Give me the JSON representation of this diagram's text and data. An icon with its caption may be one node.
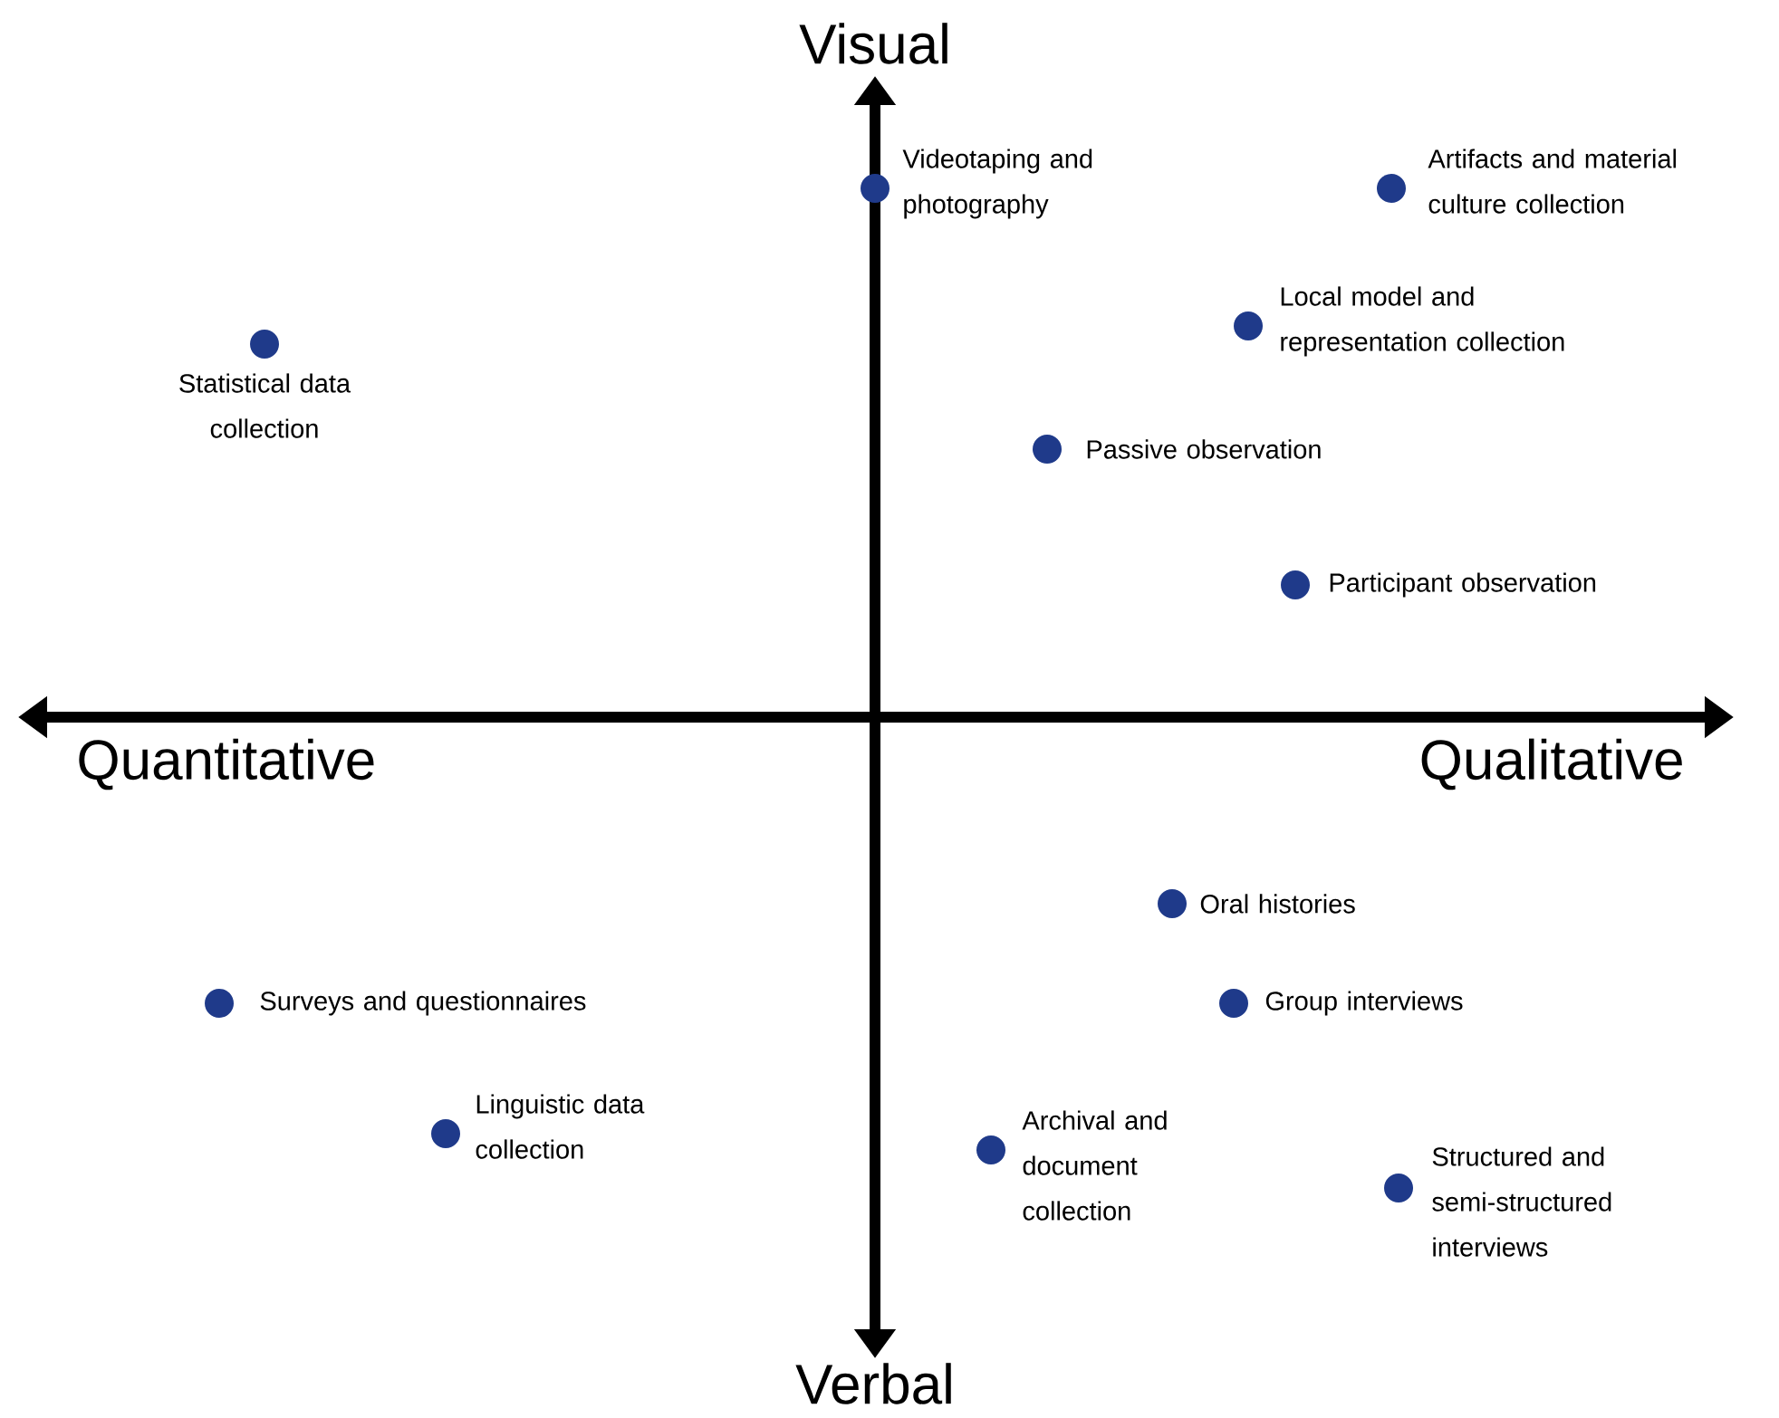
{
  "diagram": {
    "labels": [
      "Visual",
      "Videotaping and photography",
      "Artifacts and material culture collection",
      "Statistical data collection",
      "Local model and representation collection",
      "Passive observation",
      "Participant observation",
      "Quantitative",
      "Qualitative",
      "Oral histories",
      "Surveys and questionnaires",
      "Group interviews",
      "Linguistic data collection",
      "Archival and document collection",
      "Structured and semi-structured interviews",
      "Verbal"
    ]
  }
}
